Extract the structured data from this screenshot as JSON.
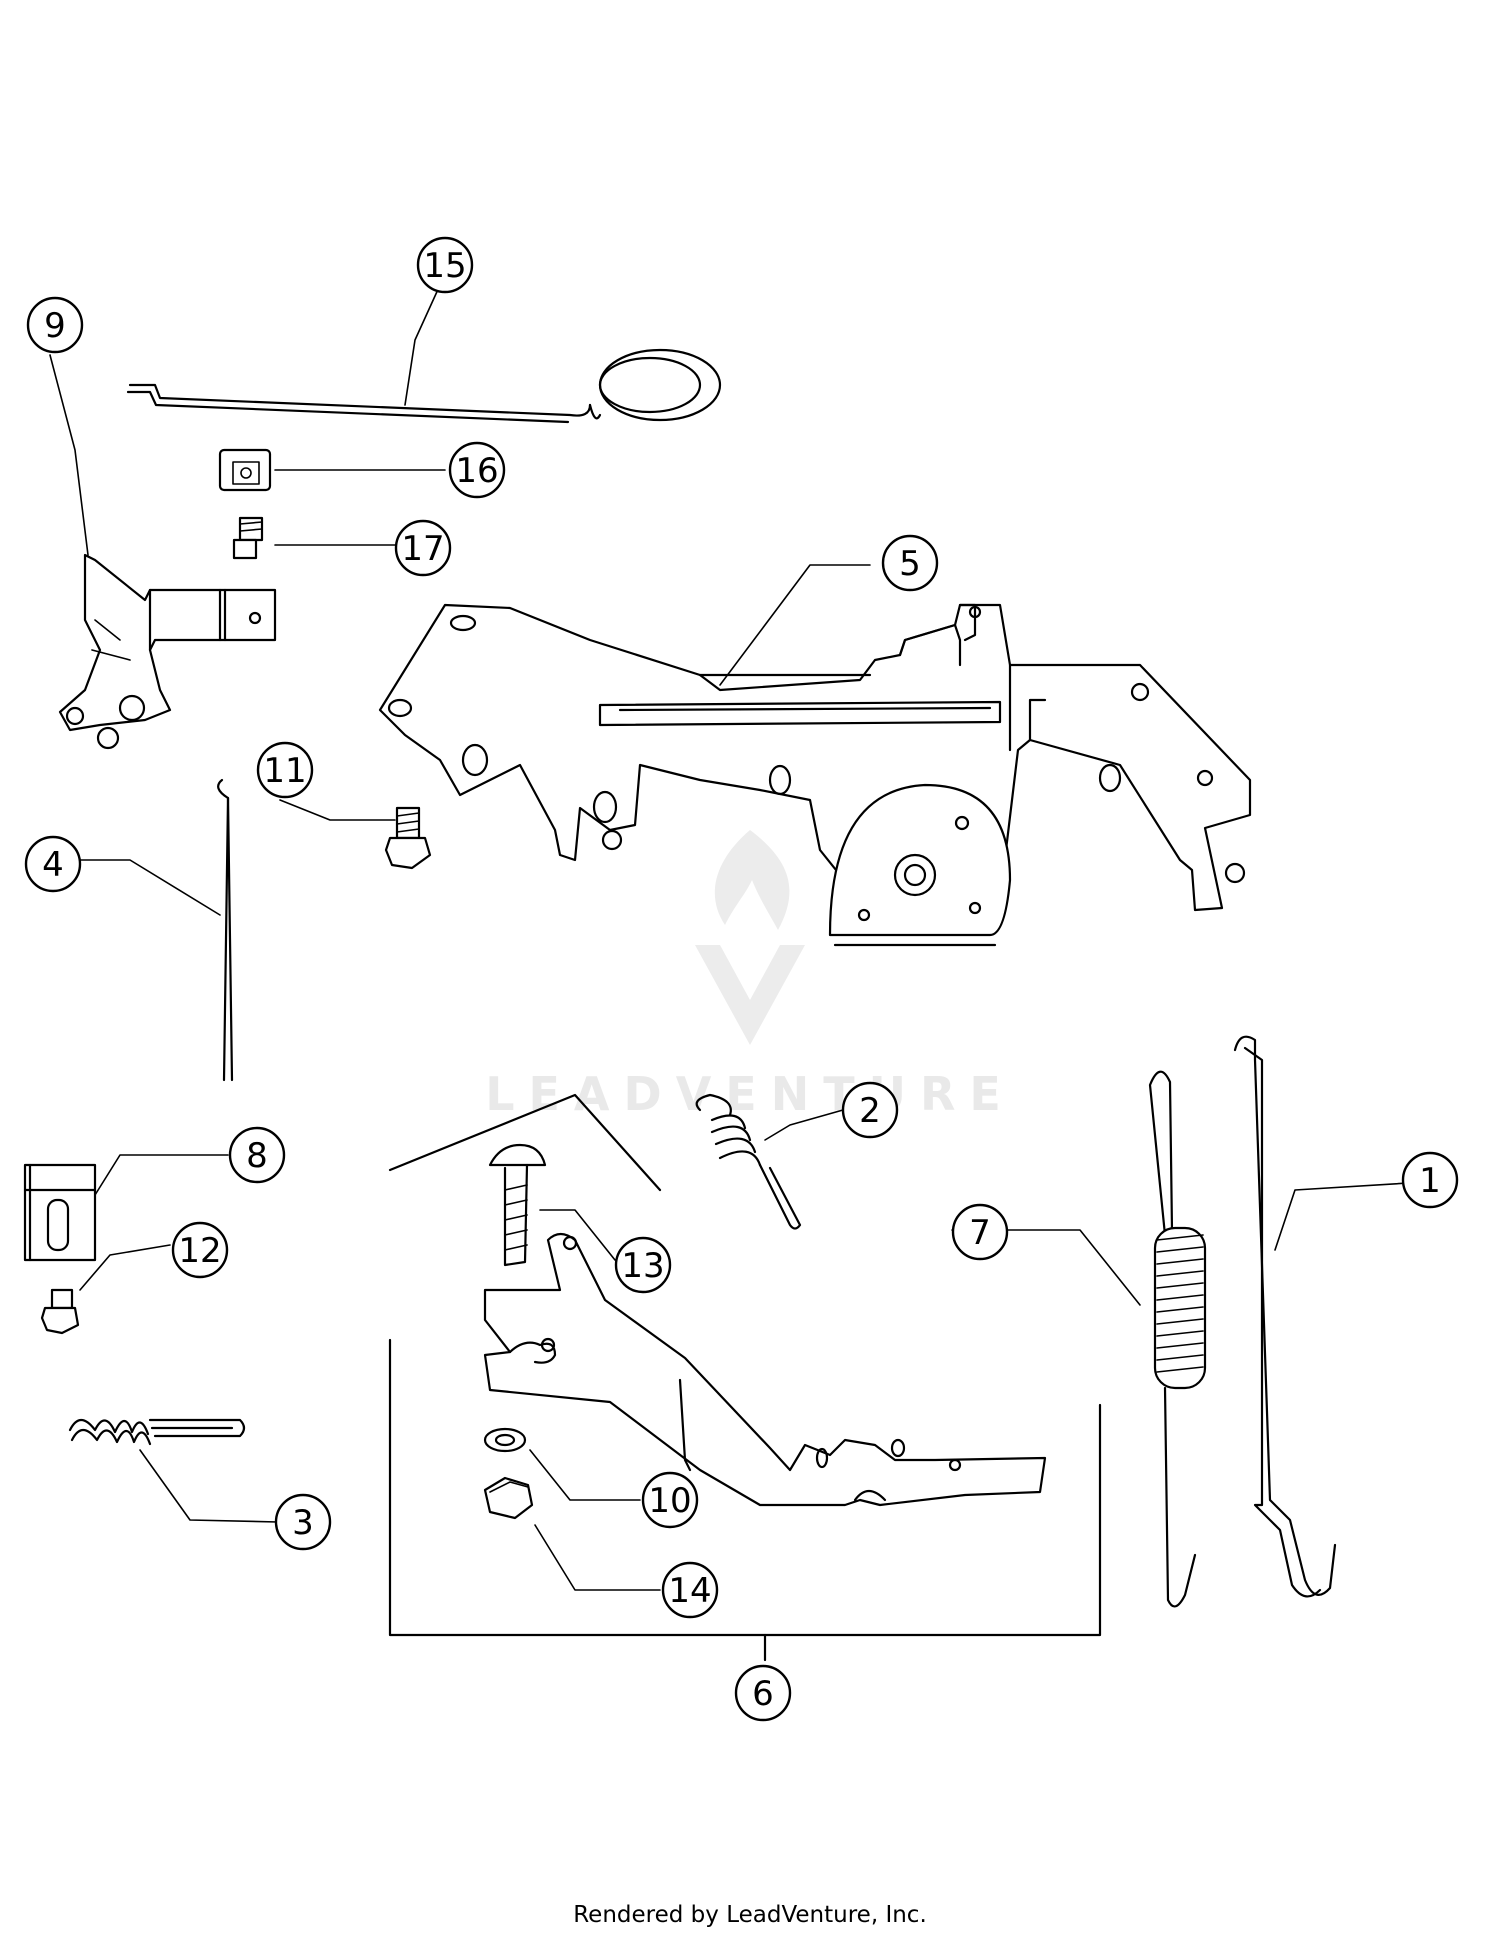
{
  "diagram": {
    "callouts": [
      "1",
      "2",
      "3",
      "4",
      "5",
      "6",
      "7",
      "8",
      "9",
      "10",
      "11",
      "12",
      "13",
      "14",
      "15",
      "16",
      "17"
    ],
    "watermark": "LEADVENTURE"
  },
  "footer": {
    "text": "Rendered by LeadVenture, Inc."
  },
  "colors": {
    "line": "#000000",
    "background": "#ffffff",
    "watermark": "#e9e9e9"
  }
}
